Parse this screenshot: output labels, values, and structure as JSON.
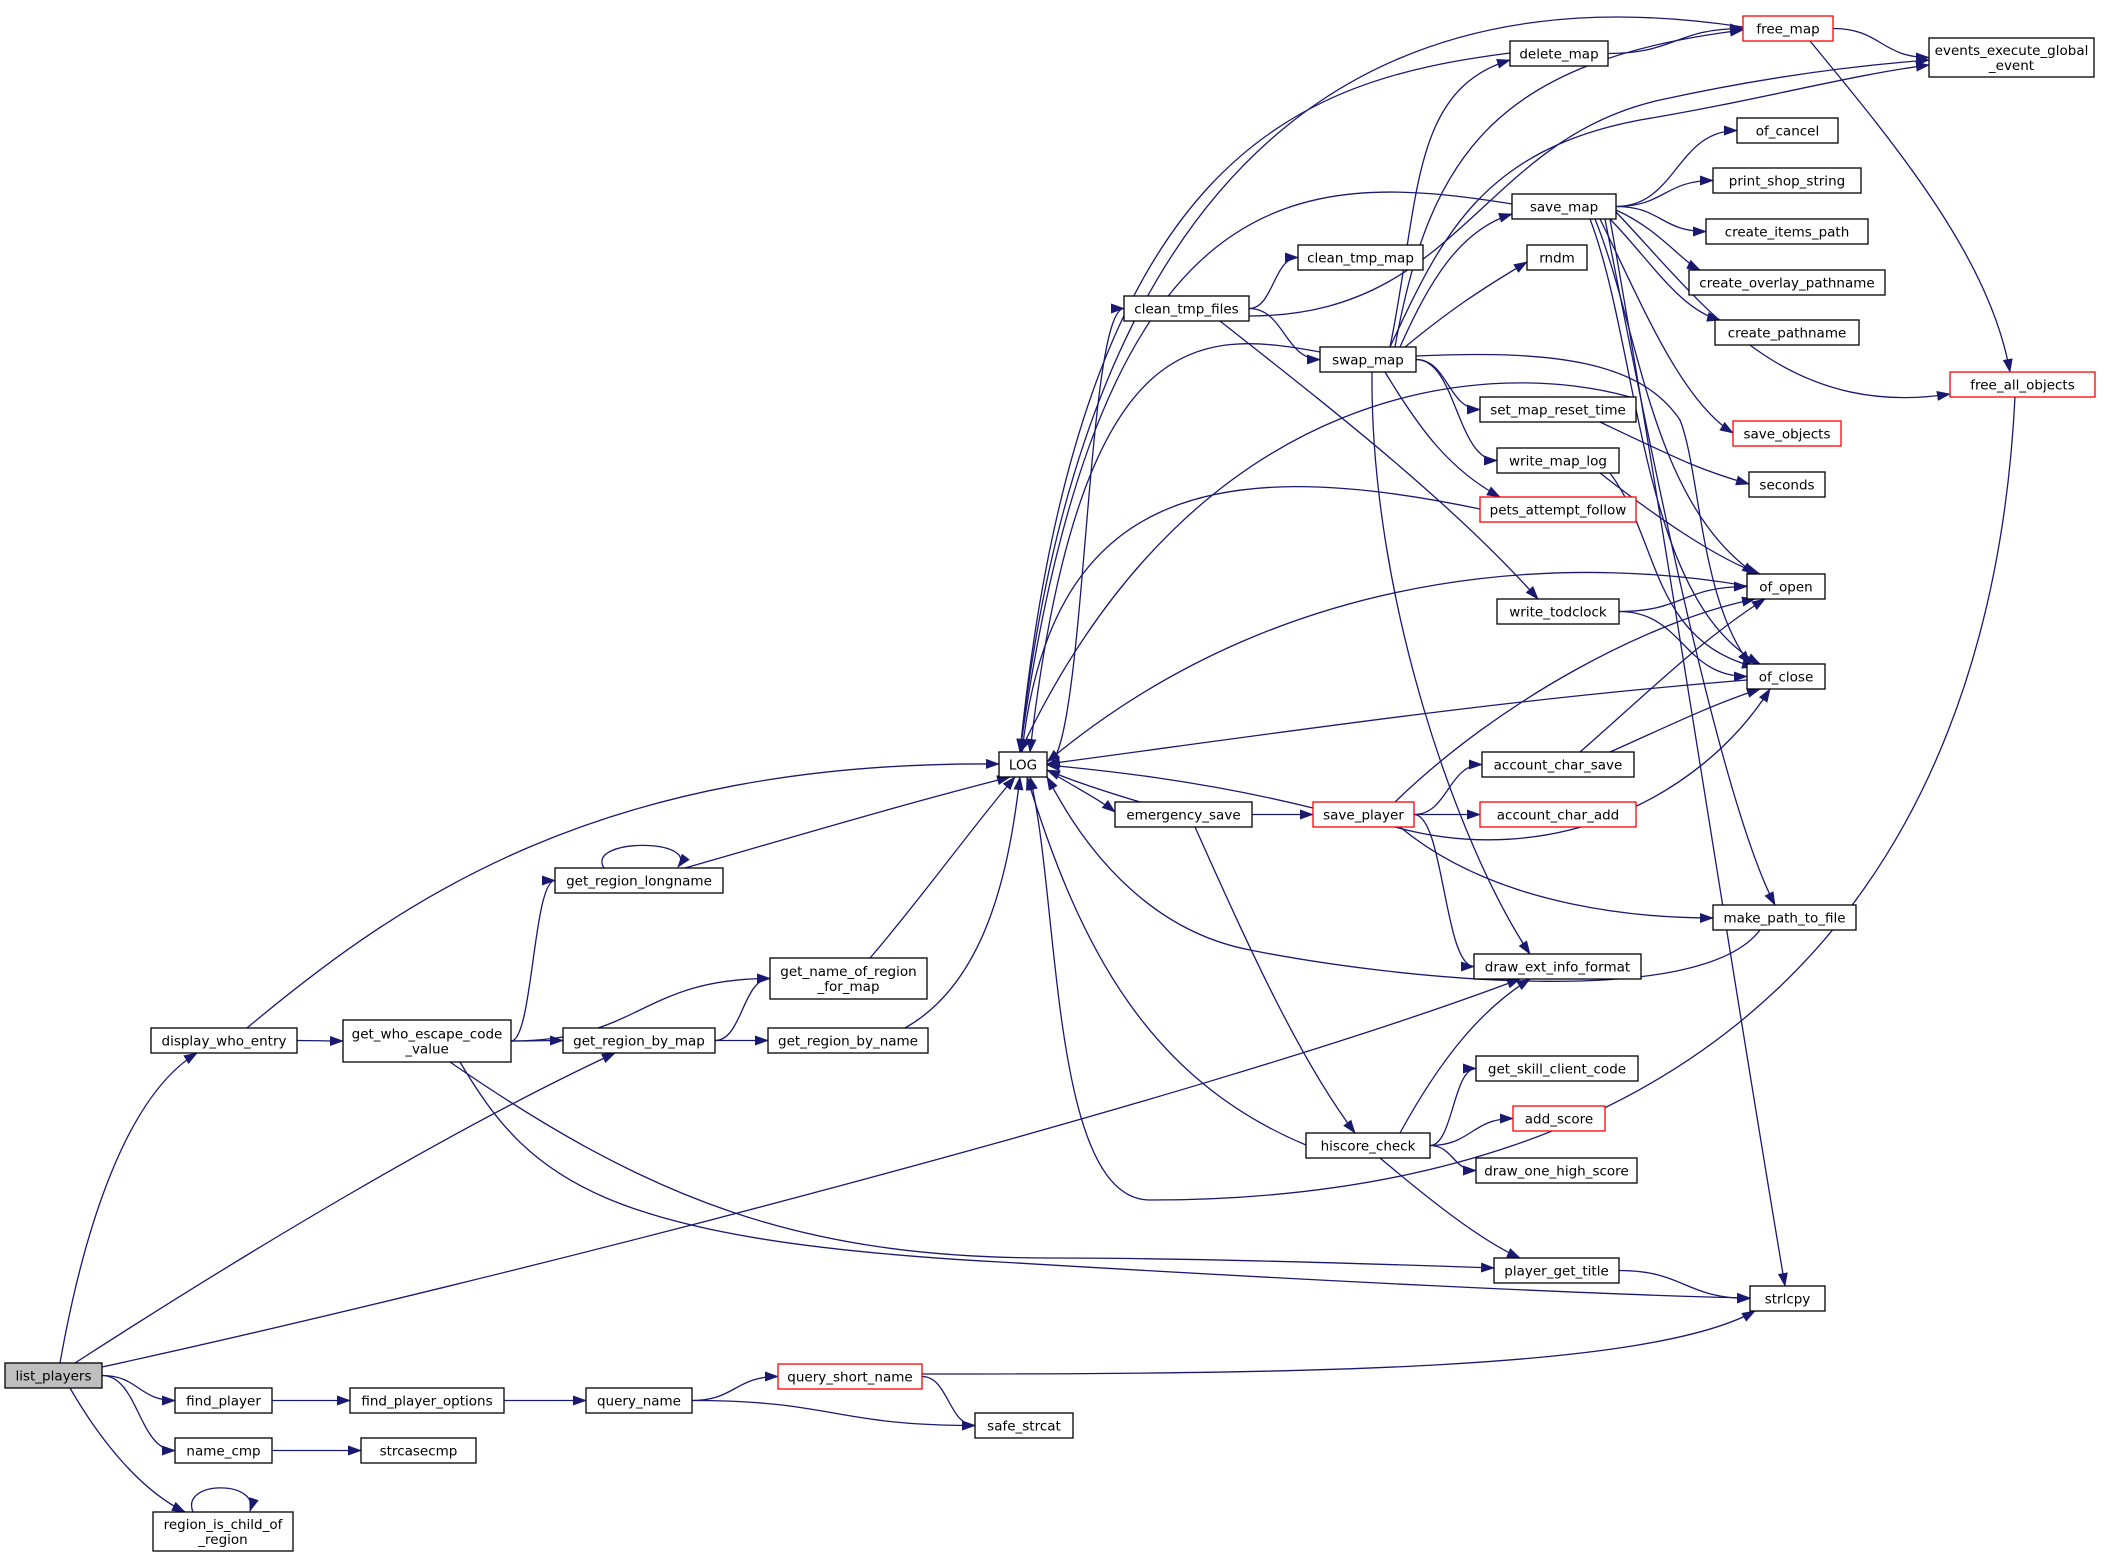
{
  "colors": {
    "edge": "#191970",
    "node_border": "#000000",
    "node_border_red": "#ff0000",
    "root_fill": "#bfbfbf",
    "node_fill": "#ffffff"
  },
  "nodes": {
    "list_players": {
      "lines": [
        "list_players"
      ],
      "style": "root"
    },
    "display_who_entry": {
      "lines": [
        "display_who_entry"
      ],
      "style": "normal"
    },
    "find_player": {
      "lines": [
        "find_player"
      ],
      "style": "normal"
    },
    "name_cmp": {
      "lines": [
        "name_cmp"
      ],
      "style": "normal"
    },
    "region_is_child_of_region": {
      "lines": [
        "region_is_child_of",
        "_region"
      ],
      "style": "normal"
    },
    "get_who_escape_code_value": {
      "lines": [
        "get_who_escape_code",
        "_value"
      ],
      "style": "normal"
    },
    "find_player_options": {
      "lines": [
        "find_player_options"
      ],
      "style": "normal"
    },
    "strcasecmp": {
      "lines": [
        "strcasecmp"
      ],
      "style": "normal"
    },
    "get_region_longname": {
      "lines": [
        "get_region_longname"
      ],
      "style": "normal"
    },
    "get_name_of_region_for_map": {
      "lines": [
        "get_name_of_region",
        "_for_map"
      ],
      "style": "normal"
    },
    "get_region_by_map": {
      "lines": [
        "get_region_by_map"
      ],
      "style": "normal"
    },
    "query_name": {
      "lines": [
        "query_name"
      ],
      "style": "normal"
    },
    "get_region_by_name": {
      "lines": [
        "get_region_by_name"
      ],
      "style": "normal"
    },
    "query_short_name": {
      "lines": [
        "query_short_name"
      ],
      "style": "red"
    },
    "safe_strcat": {
      "lines": [
        "safe_strcat"
      ],
      "style": "normal"
    },
    "LOG": {
      "lines": [
        "LOG"
      ],
      "style": "normal"
    },
    "emergency_save": {
      "lines": [
        "emergency_save"
      ],
      "style": "normal"
    },
    "clean_tmp_files": {
      "lines": [
        "clean_tmp_files"
      ],
      "style": "normal"
    },
    "clean_tmp_map": {
      "lines": [
        "clean_tmp_map"
      ],
      "style": "normal"
    },
    "swap_map": {
      "lines": [
        "swap_map"
      ],
      "style": "normal"
    },
    "hiscore_check": {
      "lines": [
        "hiscore_check"
      ],
      "style": "normal"
    },
    "save_player": {
      "lines": [
        "save_player"
      ],
      "style": "red"
    },
    "delete_map": {
      "lines": [
        "delete_map"
      ],
      "style": "normal"
    },
    "save_map": {
      "lines": [
        "save_map"
      ],
      "style": "normal"
    },
    "rndm": {
      "lines": [
        "rndm"
      ],
      "style": "normal"
    },
    "set_map_reset_time": {
      "lines": [
        "set_map_reset_time"
      ],
      "style": "normal"
    },
    "write_map_log": {
      "lines": [
        "write_map_log"
      ],
      "style": "normal"
    },
    "pets_attempt_follow": {
      "lines": [
        "pets_attempt_follow"
      ],
      "style": "red"
    },
    "write_todclock": {
      "lines": [
        "write_todclock"
      ],
      "style": "normal"
    },
    "account_char_save": {
      "lines": [
        "account_char_save"
      ],
      "style": "normal"
    },
    "account_char_add": {
      "lines": [
        "account_char_add"
      ],
      "style": "red"
    },
    "draw_ext_info_format": {
      "lines": [
        "draw_ext_info_format"
      ],
      "style": "normal"
    },
    "get_skill_client_code": {
      "lines": [
        "get_skill_client_code"
      ],
      "style": "normal"
    },
    "add_score": {
      "lines": [
        "add_score"
      ],
      "style": "red"
    },
    "draw_one_high_score": {
      "lines": [
        "draw_one_high_score"
      ],
      "style": "normal"
    },
    "player_get_title": {
      "lines": [
        "player_get_title"
      ],
      "style": "normal"
    },
    "free_map": {
      "lines": [
        "free_map"
      ],
      "style": "red"
    },
    "events_execute_global_event": {
      "lines": [
        "events_execute_global",
        "_event"
      ],
      "style": "normal"
    },
    "of_cancel": {
      "lines": [
        "of_cancel"
      ],
      "style": "normal"
    },
    "print_shop_string": {
      "lines": [
        "print_shop_string"
      ],
      "style": "normal"
    },
    "create_items_path": {
      "lines": [
        "create_items_path"
      ],
      "style": "normal"
    },
    "create_overlay_pathname": {
      "lines": [
        "create_overlay_pathname"
      ],
      "style": "normal"
    },
    "create_pathname": {
      "lines": [
        "create_pathname"
      ],
      "style": "normal"
    },
    "free_all_objects": {
      "lines": [
        "free_all_objects"
      ],
      "style": "red"
    },
    "save_objects": {
      "lines": [
        "save_objects"
      ],
      "style": "red"
    },
    "seconds": {
      "lines": [
        "seconds"
      ],
      "style": "normal"
    },
    "of_open": {
      "lines": [
        "of_open"
      ],
      "style": "normal"
    },
    "of_close": {
      "lines": [
        "of_close"
      ],
      "style": "normal"
    },
    "make_path_to_file": {
      "lines": [
        "make_path_to_file"
      ],
      "style": "normal"
    },
    "strlcpy": {
      "lines": [
        "strlcpy"
      ],
      "style": "normal"
    }
  },
  "edges": [
    [
      "list_players",
      "display_who_entry"
    ],
    [
      "list_players",
      "find_player"
    ],
    [
      "list_players",
      "name_cmp"
    ],
    [
      "list_players",
      "region_is_child_of_region"
    ],
    [
      "list_players",
      "get_region_by_map"
    ],
    [
      "list_players",
      "draw_ext_info_format"
    ],
    [
      "region_is_child_of_region",
      "region_is_child_of_region"
    ],
    [
      "display_who_entry",
      "LOG"
    ],
    [
      "display_who_entry",
      "get_who_escape_code_value"
    ],
    [
      "find_player",
      "find_player_options"
    ],
    [
      "name_cmp",
      "strcasecmp"
    ],
    [
      "find_player_options",
      "query_name"
    ],
    [
      "query_name",
      "query_short_name"
    ],
    [
      "query_name",
      "safe_strcat"
    ],
    [
      "query_short_name",
      "safe_strcat"
    ],
    [
      "query_short_name",
      "strlcpy"
    ],
    [
      "get_who_escape_code_value",
      "get_region_longname"
    ],
    [
      "get_who_escape_code_value",
      "get_name_of_region_for_map"
    ],
    [
      "get_who_escape_code_value",
      "get_region_by_map"
    ],
    [
      "get_who_escape_code_value",
      "player_get_title"
    ],
    [
      "get_who_escape_code_value",
      "strlcpy"
    ],
    [
      "get_region_longname",
      "get_region_longname"
    ],
    [
      "get_region_longname",
      "LOG"
    ],
    [
      "get_name_of_region_for_map",
      "LOG"
    ],
    [
      "get_region_by_map",
      "get_name_of_region_for_map"
    ],
    [
      "get_region_by_map",
      "get_region_by_name"
    ],
    [
      "get_region_by_name",
      "LOG"
    ],
    [
      "LOG",
      "clean_tmp_files"
    ],
    [
      "LOG",
      "emergency_save"
    ],
    [
      "clean_tmp_files",
      "clean_tmp_map"
    ],
    [
      "clean_tmp_files",
      "swap_map"
    ],
    [
      "clean_tmp_files",
      "write_todclock"
    ],
    [
      "clean_tmp_files",
      "events_execute_global_event"
    ],
    [
      "swap_map",
      "LOG"
    ],
    [
      "swap_map",
      "delete_map"
    ],
    [
      "swap_map",
      "free_map"
    ],
    [
      "swap_map",
      "events_execute_global_event"
    ],
    [
      "swap_map",
      "save_map"
    ],
    [
      "swap_map",
      "rndm"
    ],
    [
      "swap_map",
      "set_map_reset_time"
    ],
    [
      "swap_map",
      "write_map_log"
    ],
    [
      "swap_map",
      "pets_attempt_follow"
    ],
    [
      "swap_map",
      "draw_ext_info_format"
    ],
    [
      "swap_map",
      "of_close"
    ],
    [
      "save_map",
      "LOG"
    ],
    [
      "save_map",
      "of_cancel"
    ],
    [
      "save_map",
      "print_shop_string"
    ],
    [
      "save_map",
      "create_items_path"
    ],
    [
      "save_map",
      "create_overlay_pathname"
    ],
    [
      "save_map",
      "create_pathname"
    ],
    [
      "save_map",
      "save_objects"
    ],
    [
      "save_map",
      "of_open"
    ],
    [
      "save_map",
      "of_close"
    ],
    [
      "save_map",
      "make_path_to_file"
    ],
    [
      "save_map",
      "strlcpy"
    ],
    [
      "save_map",
      "free_all_objects"
    ],
    [
      "delete_map",
      "LOG"
    ],
    [
      "delete_map",
      "free_map"
    ],
    [
      "free_map",
      "LOG"
    ],
    [
      "free_map",
      "events_execute_global_event"
    ],
    [
      "free_map",
      "free_all_objects"
    ],
    [
      "free_all_objects",
      "LOG"
    ],
    [
      "set_map_reset_time",
      "LOG"
    ],
    [
      "set_map_reset_time",
      "seconds"
    ],
    [
      "write_map_log",
      "of_open"
    ],
    [
      "write_map_log",
      "of_close"
    ],
    [
      "pets_attempt_follow",
      "LOG"
    ],
    [
      "write_todclock",
      "of_open"
    ],
    [
      "write_todclock",
      "of_close"
    ],
    [
      "of_open",
      "LOG"
    ],
    [
      "of_close",
      "LOG"
    ],
    [
      "emergency_save",
      "LOG"
    ],
    [
      "emergency_save",
      "save_player"
    ],
    [
      "emergency_save",
      "hiscore_check"
    ],
    [
      "save_player",
      "LOG"
    ],
    [
      "save_player",
      "account_char_save"
    ],
    [
      "save_player",
      "account_char_add"
    ],
    [
      "save_player",
      "of_open"
    ],
    [
      "save_player",
      "of_close"
    ],
    [
      "save_player",
      "make_path_to_file"
    ],
    [
      "save_player",
      "draw_ext_info_format"
    ],
    [
      "account_char_save",
      "of_open"
    ],
    [
      "account_char_save",
      "of_close"
    ],
    [
      "make_path_to_file",
      "LOG"
    ],
    [
      "hiscore_check",
      "LOG"
    ],
    [
      "hiscore_check",
      "draw_ext_info_format"
    ],
    [
      "hiscore_check",
      "get_skill_client_code"
    ],
    [
      "hiscore_check",
      "add_score"
    ],
    [
      "hiscore_check",
      "draw_one_high_score"
    ],
    [
      "hiscore_check",
      "player_get_title"
    ],
    [
      "player_get_title",
      "strlcpy"
    ]
  ]
}
